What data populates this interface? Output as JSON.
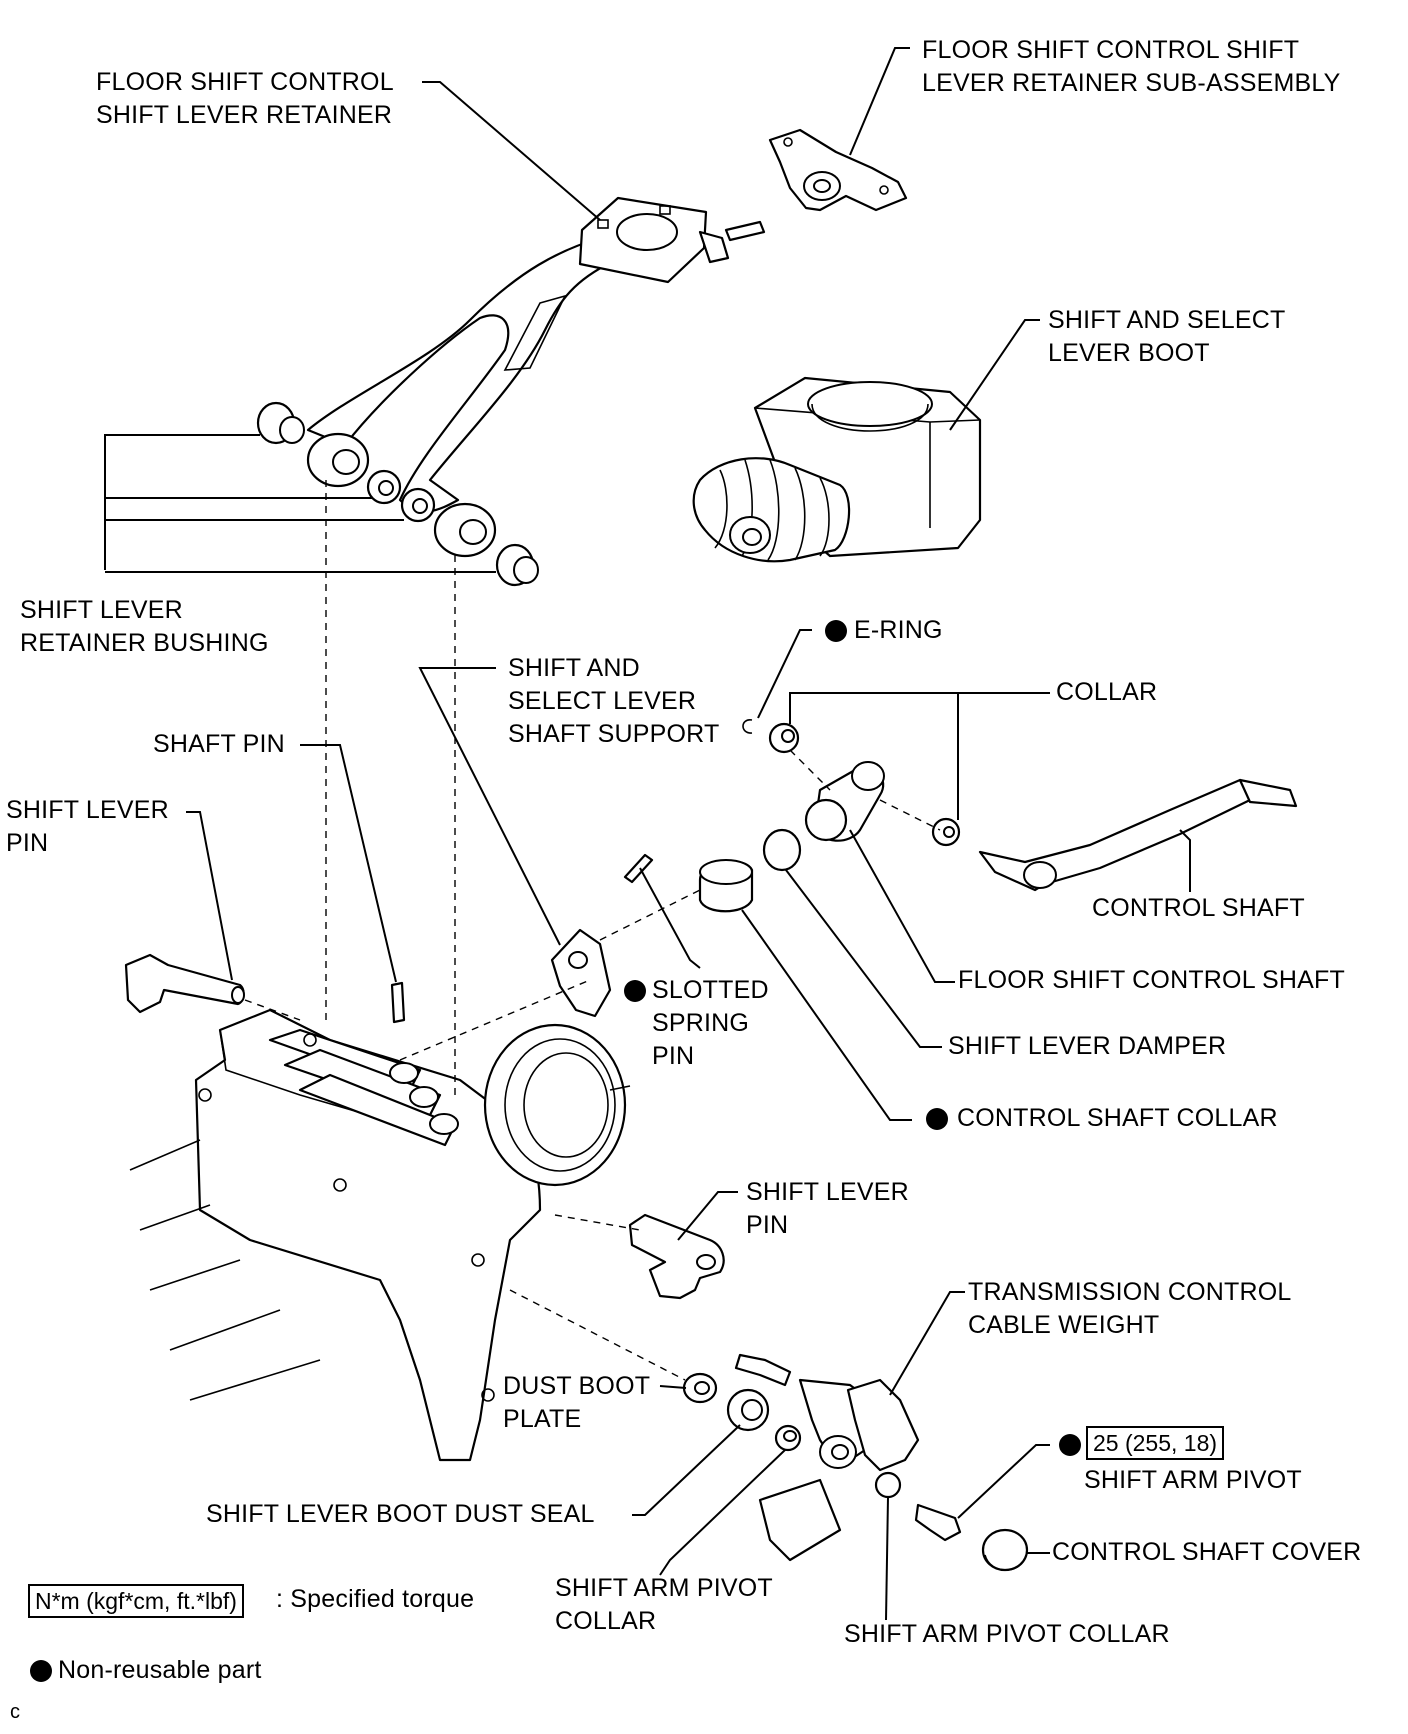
{
  "labels": {
    "retainer": [
      "FLOOR SHIFT CONTROL",
      "SHIFT LEVER RETAINER"
    ],
    "retainer_subassy": [
      "FLOOR SHIFT CONTROL SHIFT",
      "LEVER RETAINER SUB-ASSEMBLY"
    ],
    "lever_boot": [
      "SHIFT AND SELECT",
      "LEVER BOOT"
    ],
    "retainer_bushing": [
      "SHIFT LEVER",
      "RETAINER BUSHING"
    ],
    "e_ring": "E-RING",
    "collar": "COLLAR",
    "shaft_support": [
      "SHIFT AND",
      "SELECT LEVER",
      "SHAFT SUPPORT"
    ],
    "shaft_pin": "SHAFT PIN",
    "shift_lever_pin_left": [
      "SHIFT LEVER",
      "PIN"
    ],
    "control_shaft": "CONTROL SHAFT",
    "slotted_spring_pin": [
      "SLOTTED",
      "SPRING",
      "PIN"
    ],
    "floor_shift_control_shaft": "FLOOR SHIFT CONTROL SHAFT",
    "shift_lever_damper": "SHIFT LEVER DAMPER",
    "control_shaft_collar": "CONTROL SHAFT COLLAR",
    "shift_lever_pin_right": [
      "SHIFT LEVER",
      "PIN"
    ],
    "cable_weight": [
      "TRANSMISSION CONTROL",
      "CABLE WEIGHT"
    ],
    "dust_boot_plate": [
      "DUST BOOT",
      "PLATE"
    ],
    "torque_value": "25 (255, 18)",
    "shift_arm_pivot": "SHIFT ARM PIVOT",
    "boot_dust_seal": "SHIFT LEVER BOOT DUST SEAL",
    "control_shaft_cover": "CONTROL SHAFT COVER",
    "pivot_collar_left": [
      "SHIFT ARM PIVOT",
      "COLLAR"
    ],
    "pivot_collar_right": "SHIFT ARM PIVOT COLLAR"
  },
  "legend": {
    "torque_unit": "N*m (kgf*cm, ft.*lbf)",
    "torque_text": ": Specified torque",
    "nonreusable_text": "Non-reusable part",
    "corner_mark": "c"
  }
}
